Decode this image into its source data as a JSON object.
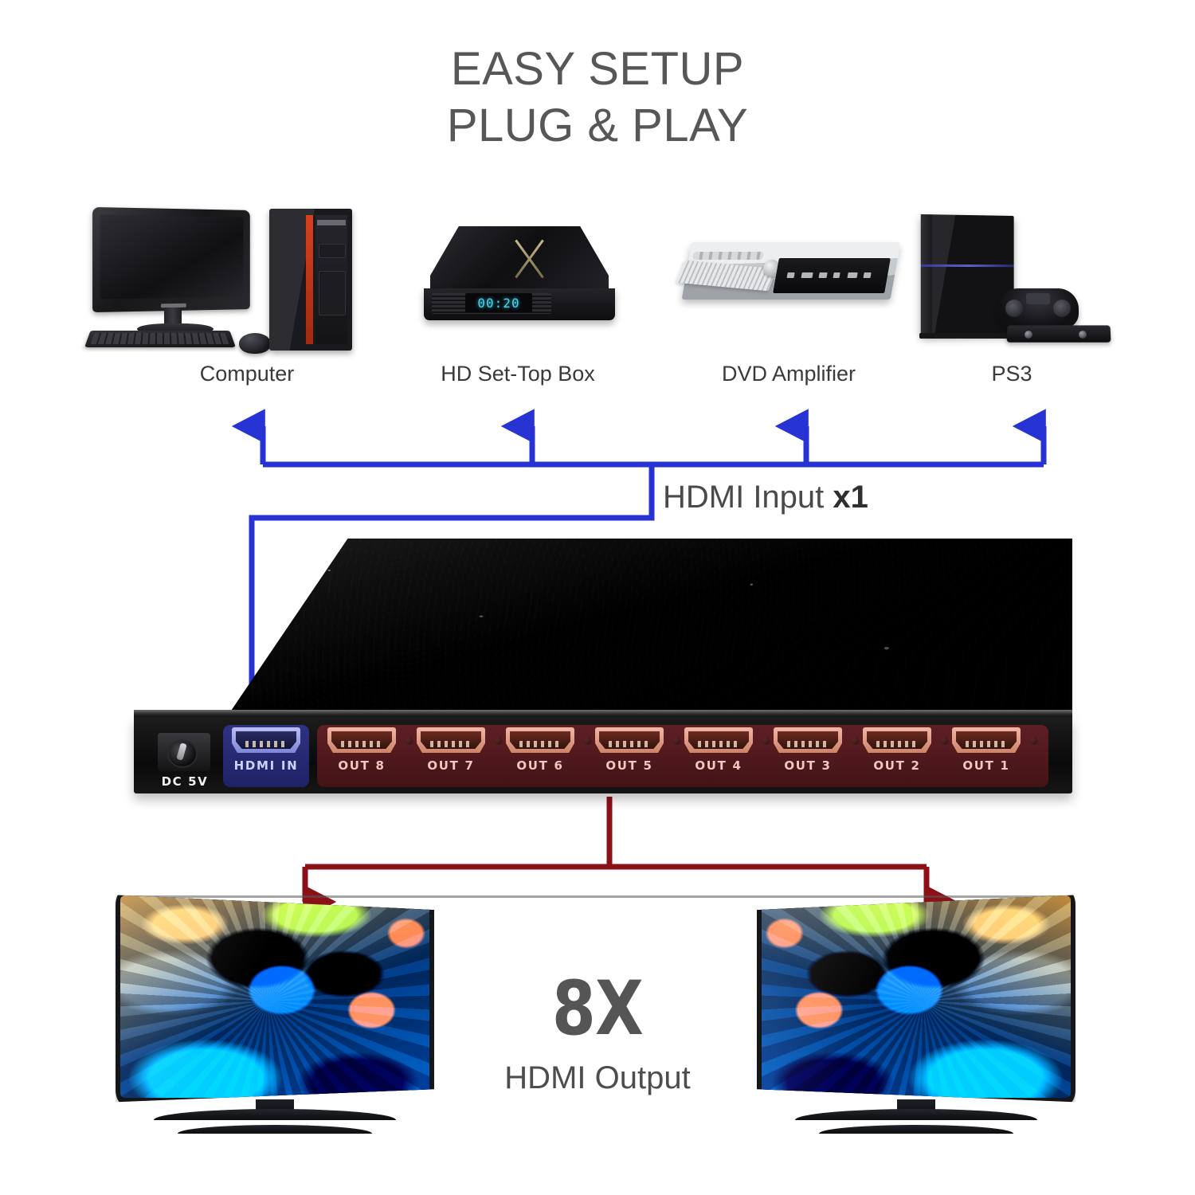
{
  "title": {
    "line1": "EASY SETUP",
    "line2": "PLUG & PLAY"
  },
  "sources": {
    "items": [
      {
        "label": "Computer",
        "icon": "desktop-computer-icon"
      },
      {
        "label": "HD Set-Top Box",
        "icon": "set-top-box-icon",
        "display_value": "00:20"
      },
      {
        "label": "DVD Amplifier",
        "icon": "dvd-player-icon"
      },
      {
        "label": "PS3",
        "icon": "game-console-icon"
      }
    ]
  },
  "input_connection": {
    "label_text": "HDMI Input ",
    "label_count": "x1",
    "wire_color": "#2833d4",
    "arrow_count": 4
  },
  "device": {
    "power_port": {
      "label": "DC 5V",
      "icon": "dc-barrel-jack-icon"
    },
    "input_port": {
      "label": "HDMI IN",
      "icon": "hdmi-port-icon",
      "panel_color": "#2f327f"
    },
    "output_panel_color": "#5e1f24",
    "output_ports": [
      {
        "label": "OUT 8",
        "icon": "hdmi-port-icon"
      },
      {
        "label": "OUT 7",
        "icon": "hdmi-port-icon"
      },
      {
        "label": "OUT 6",
        "icon": "hdmi-port-icon"
      },
      {
        "label": "OUT 5",
        "icon": "hdmi-port-icon"
      },
      {
        "label": "OUT 4",
        "icon": "hdmi-port-icon"
      },
      {
        "label": "OUT 3",
        "icon": "hdmi-port-icon"
      },
      {
        "label": "OUT 2",
        "icon": "hdmi-port-icon"
      },
      {
        "label": "OUT 1",
        "icon": "hdmi-port-icon"
      }
    ]
  },
  "output_connection": {
    "count_label": "8X",
    "caption": "HDMI Output",
    "wire_color": "#8c1116",
    "arrow_count": 2
  },
  "displays": {
    "items": [
      {
        "name": "curved-tv-left",
        "icon": "curved-television-icon"
      },
      {
        "name": "curved-tv-right",
        "icon": "curved-television-icon"
      }
    ]
  },
  "colors": {
    "background": "#ffffff",
    "title_gray": "#575757",
    "input_blue": "#2833d4",
    "output_red": "#8c1116"
  }
}
